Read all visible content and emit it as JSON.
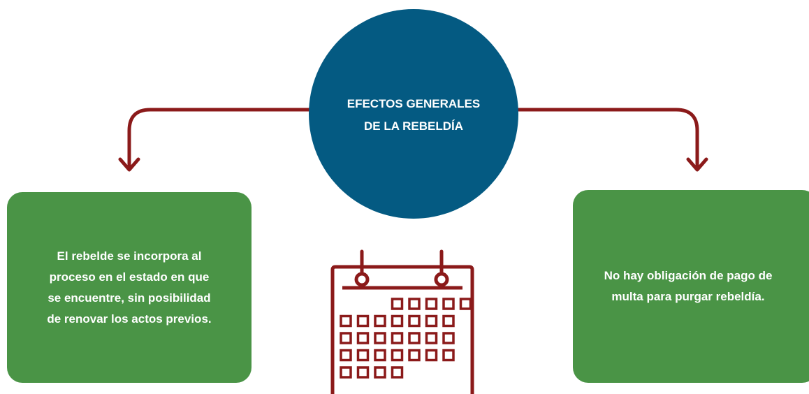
{
  "diagram": {
    "center_title": "EFECTOS GENERALES\nDE LA REBELDÍA",
    "left_box_text": "El rebelde se incorpora al\nproceso en el estado en que\nse encuentre, sin posibilidad\nde renovar los actos previos.",
    "right_box_text": "No hay obligación de pago de\nmulta para purgar rebeldía."
  },
  "colors": {
    "circle": "#045a82",
    "box": "#4a9446",
    "connector": "#8b1a1a",
    "calendar": "#8b1a1a",
    "text": "#ffffff"
  },
  "icons": {
    "left_arrow": "arrow-down-icon",
    "right_arrow": "arrow-down-icon",
    "calendar": "calendar-icon"
  }
}
